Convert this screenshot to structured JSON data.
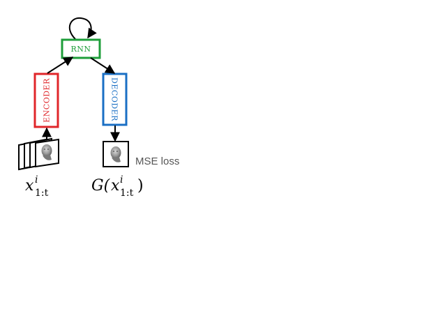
{
  "diagram": {
    "rnn": {
      "label": "RNN",
      "color": "#1e9e3a"
    },
    "encoder": {
      "label": "ENCODER",
      "color": "#e0262a"
    },
    "decoder": {
      "label": "DECODER",
      "color": "#1a6fc4"
    },
    "loss_label": "MSE loss",
    "input_label": {
      "base": "x",
      "superscript": "i",
      "subscript": "1:t"
    },
    "output_label": {
      "func": "G(",
      "base": "x",
      "superscript": "i",
      "subscript": "1:t",
      "close": ")"
    }
  }
}
